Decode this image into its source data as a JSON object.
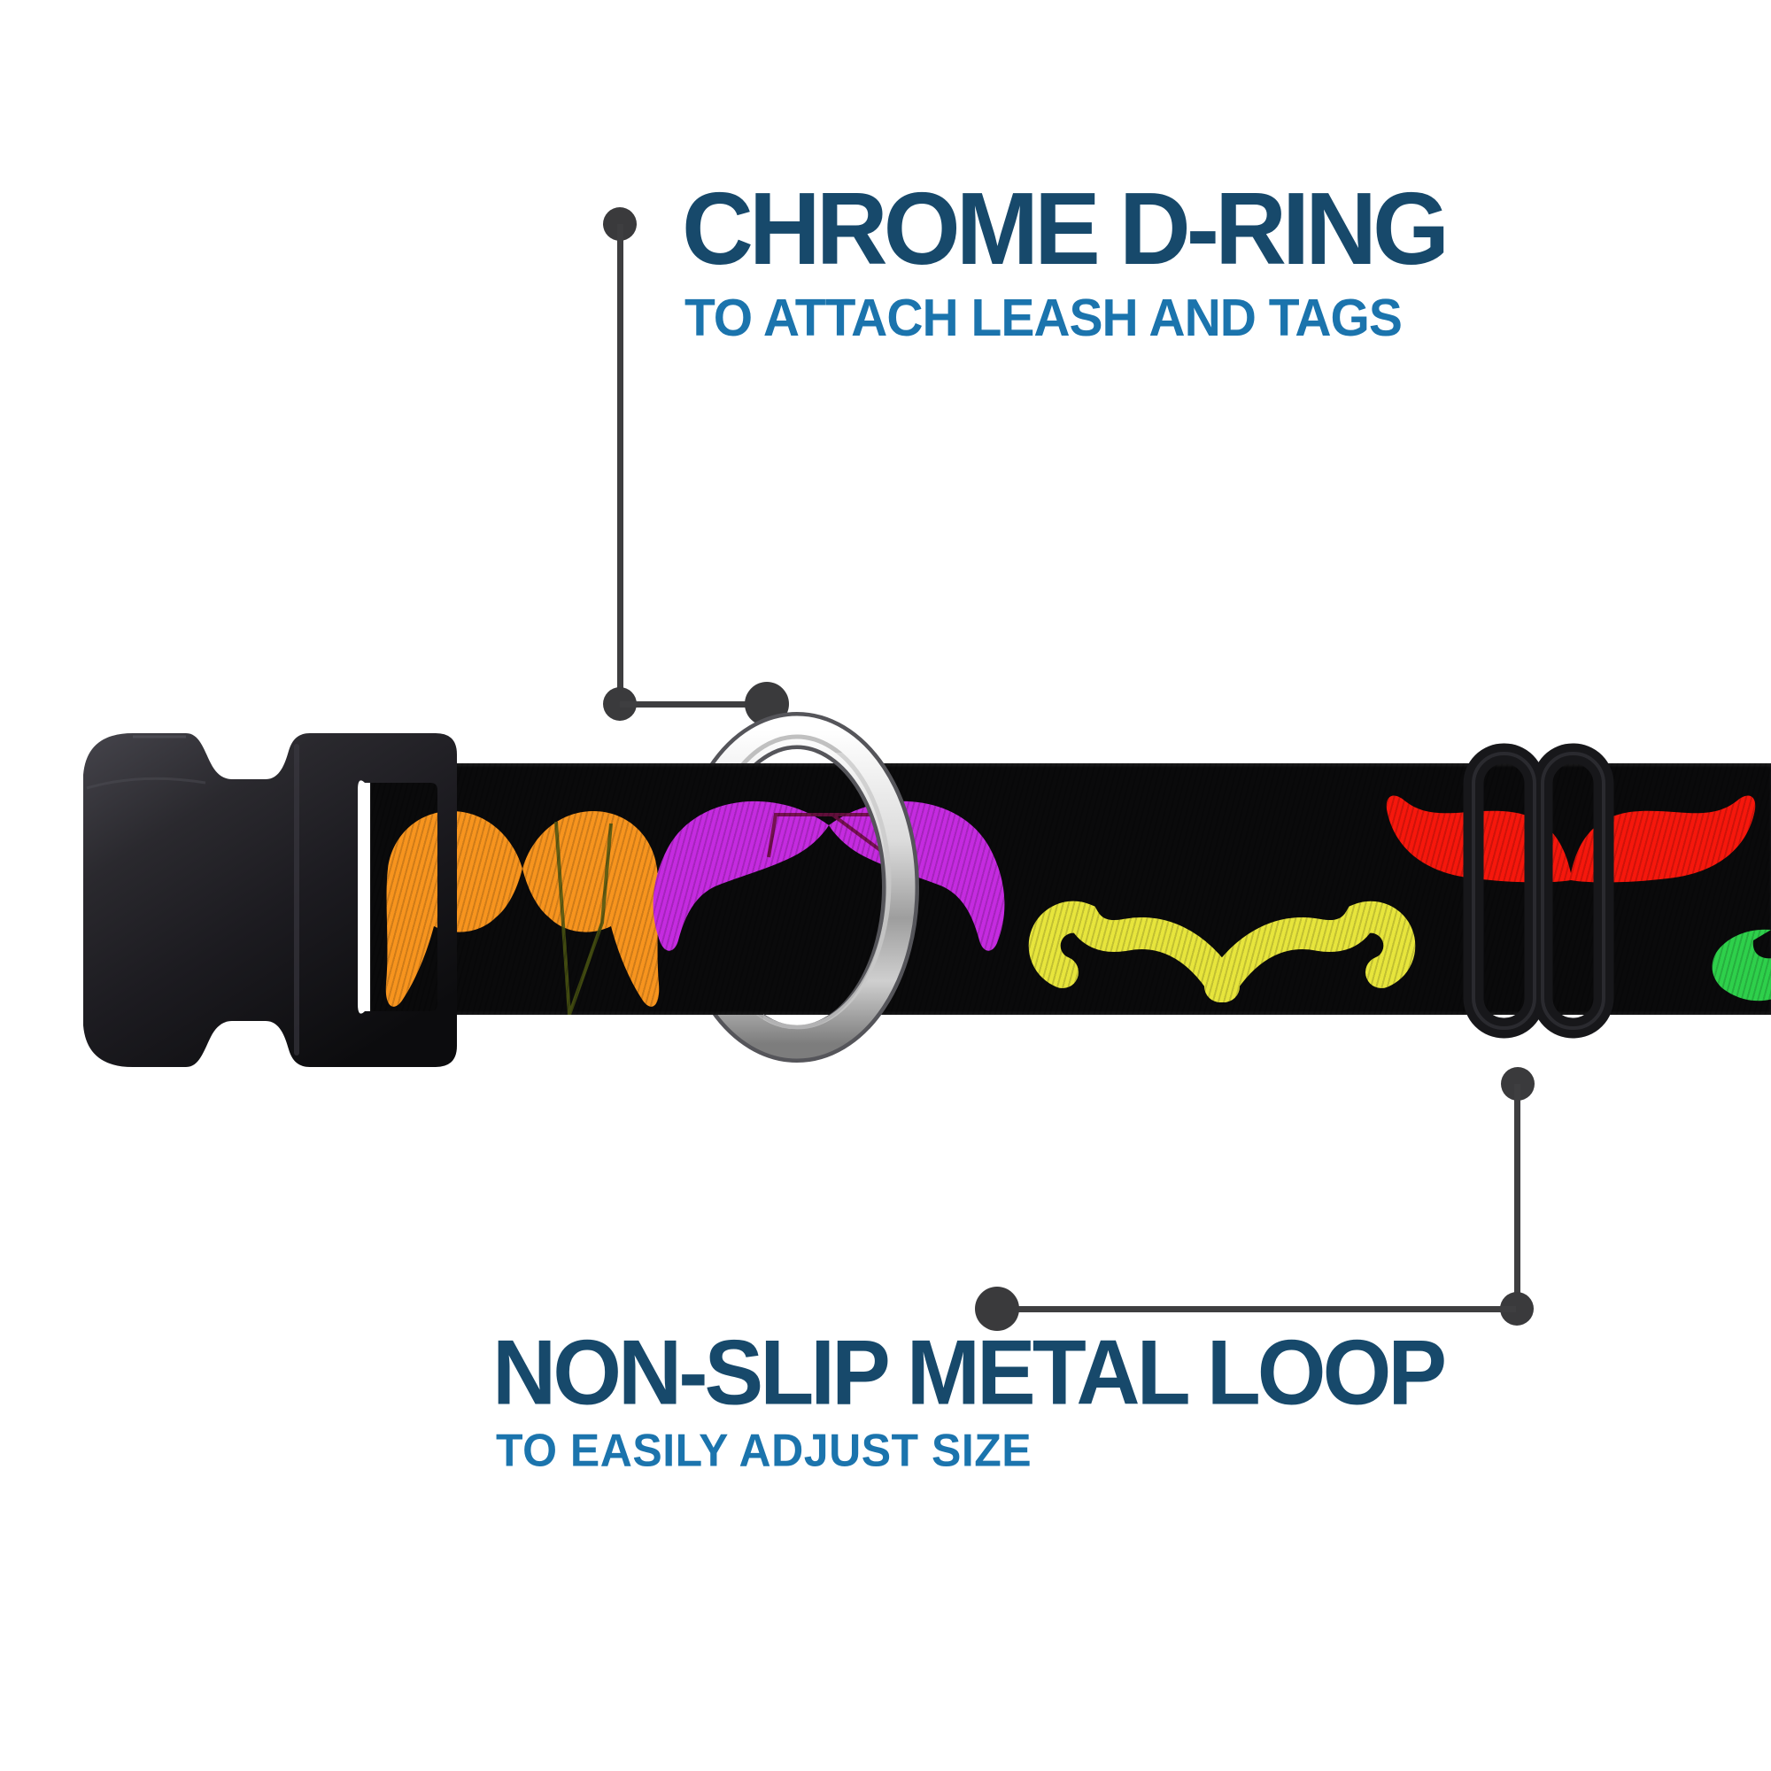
{
  "callouts": {
    "top": {
      "title": "CHROME D-RING",
      "subtitle": "TO ATTACH LEASH AND TAGS"
    },
    "bottom": {
      "title": "NON-SLIP METAL LOOP",
      "subtitle": "TO EASILY ADJUST SIZE"
    }
  },
  "product": {
    "type": "dog collar feature infographic",
    "parts": {
      "buckle": "black plastic side-release buckle",
      "d_ring": "chrome d-ring",
      "slider": "non-slip metal loop (black adjuster)"
    },
    "pattern": {
      "name": "mustaches on black webbing",
      "strap_background": "#0A0A0B",
      "mustache_colors": {
        "orange": "#F7941E",
        "purple": "#C52BE0",
        "yellow": "#E7E53C",
        "red": "#F6170C",
        "green": "#2ED04B"
      }
    }
  },
  "colors": {
    "headline": "#17496B",
    "subtitle": "#1B74AD",
    "callout_line": "#3E3E40",
    "callout_dot": "#3A3A3C",
    "chrome_light": "#FDFDFD",
    "chrome_dark": "#8F8F8F",
    "background": "#FFFFFF"
  }
}
